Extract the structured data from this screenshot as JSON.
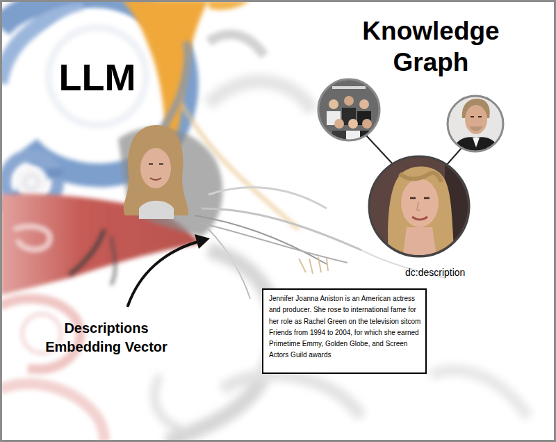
{
  "diagram": {
    "nodes": [
      {
        "text": [
          "Jennifer Joanna Aniston is an American actress and producer. She rose to international fame for her role as Rachel Green on the television sitcom Friends from 1994 to 2004, for which she earned Primetime Emmy, Golden Globe, and Screen Actors Guild awards"
        ]
      }
    ],
    "labels": [
      "LLM",
      "Knowledge Graph",
      "dc:description",
      "Descriptions Embedding Vector"
    ]
  }
}
